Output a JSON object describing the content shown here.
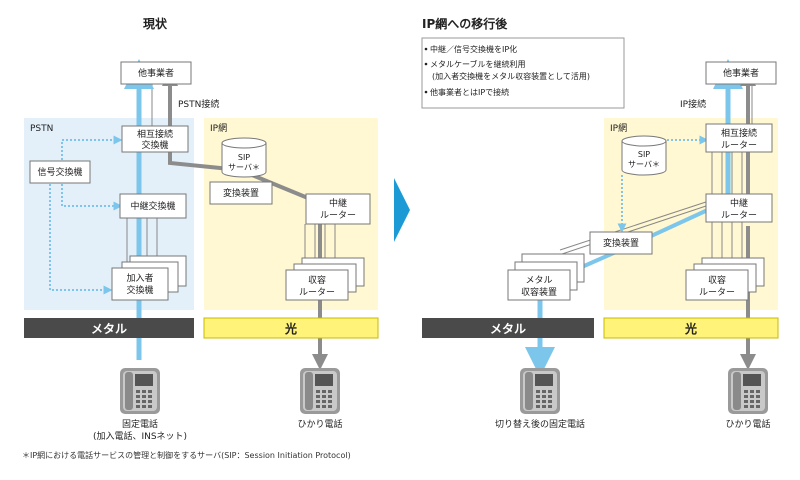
{
  "left": {
    "title": "現状",
    "pstn_region_label": "PSTN",
    "ip_region_label": "IP網",
    "other_carrier": "他事業者",
    "pstn_connect": "PSTN接続",
    "interconnect_switch": [
      "相互接続",
      "交換機"
    ],
    "signal_switch": "信号交換機",
    "relay_switch": "中継交換機",
    "subscriber_switch": [
      "加入者",
      "交換機"
    ],
    "sip_server": [
      "SIP",
      "サーバ＊"
    ],
    "converter": "変換装置",
    "relay_router": [
      "中継",
      "ルーター"
    ],
    "access_router": [
      "収容",
      "ルーター"
    ],
    "band_metal": "メタル",
    "band_hikari": "光",
    "fixed_phone": [
      "固定電話",
      "(加入電話、INSネット)"
    ],
    "hikari_phone": "ひかり電話"
  },
  "right": {
    "title": "IP網への移行後",
    "bullets": [
      "中継／信号交換機をIP化",
      "メタルケーブルを継続利用",
      "(加入者交換機をメタル収容装置として活用)",
      "他事業者とはIPで接続"
    ],
    "ip_region_label": "IP網",
    "other_carrier": "他事業者",
    "ip_connect": "IP接続",
    "interconnect_router": [
      "相互接続",
      "ルーター"
    ],
    "sip_server": [
      "SIP",
      "サーバ＊"
    ],
    "relay_router": [
      "中継",
      "ルーター"
    ],
    "converter": "変換装置",
    "metal_access": [
      "メタル",
      "収容装置"
    ],
    "access_router": [
      "収容",
      "ルーター"
    ],
    "band_metal": "メタル",
    "band_hikari": "光",
    "switched_phone": "切り替え後の固定電話",
    "hikari_phone": "ひかり電話"
  },
  "footnote": "＊IP網における電話サービスの管理と制御をするサーバ(SIP：Session Initiation Protocol)",
  "colors": {
    "blue_line": "#7cc6ec",
    "gray_line": "#8c8c8c",
    "pstn_bg": "#e3f0fa",
    "ip_bg": "#fff8d2",
    "metal_band": "#4a4a4a",
    "hikari_band": "#fff37a",
    "arrow": "#1b9ad6"
  }
}
